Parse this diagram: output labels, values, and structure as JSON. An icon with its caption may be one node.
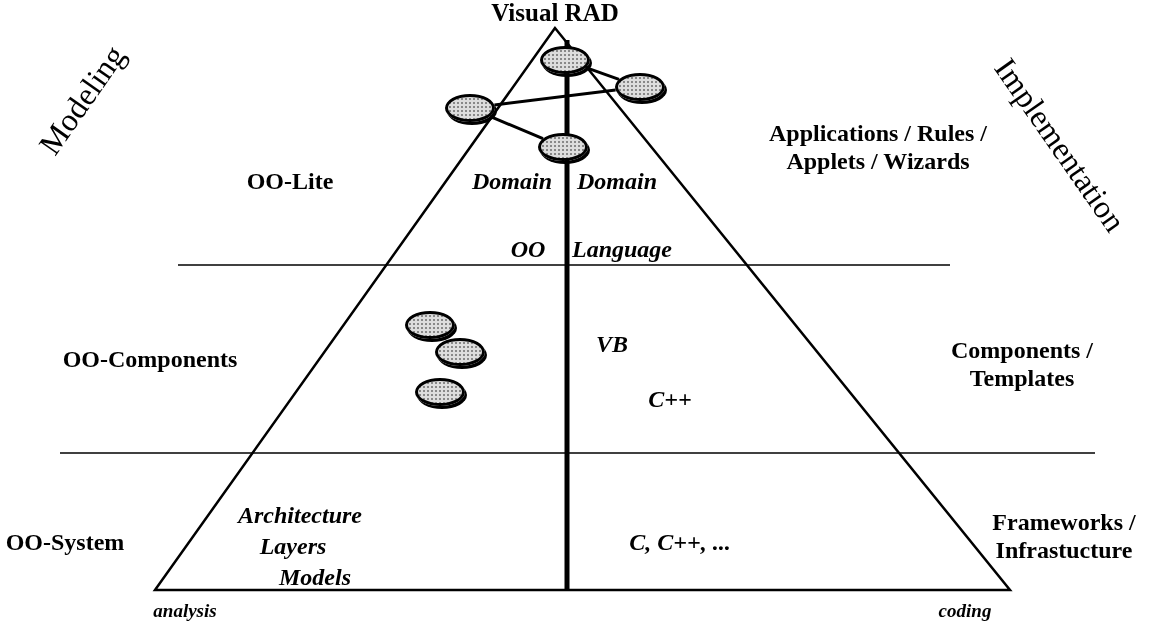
{
  "diagram": {
    "nodes": [
      {
        "text": [],
        "shape": "ellipse"
      },
      {
        "text": [],
        "shape": "ellipse"
      },
      {
        "text": [],
        "shape": "ellipse"
      },
      {
        "text": [],
        "shape": "ellipse"
      },
      {
        "text": [],
        "shape": "ellipse"
      },
      {
        "text": [],
        "shape": "ellipse"
      },
      {
        "text": [],
        "shape": "ellipse"
      }
    ],
    "edges": [
      {
        "from": 0,
        "to": 1,
        "arrow": "none"
      },
      {
        "from": 2,
        "to": 1,
        "arrow": "none"
      },
      {
        "from": 2,
        "to": 3,
        "arrow": "none"
      }
    ],
    "labels": [
      "Visual RAD",
      "Modeling",
      "Implementation",
      "Applications / Rules / Applets / Wizards",
      "OO-Lite",
      "Domain",
      "Domain",
      "OO",
      "Language",
      "Components / Templates",
      "VB",
      "OO-Components",
      "C++",
      "Frameworks / Infrastucture",
      "OO-System",
      "Architecture",
      "Layers",
      "Models",
      "C, C++, ...",
      "analysis",
      "coding"
    ]
  }
}
